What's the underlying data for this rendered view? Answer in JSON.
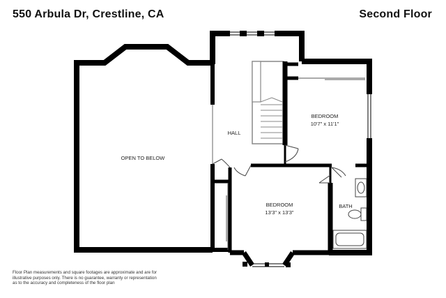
{
  "header": {
    "address": "550 Arbula Dr, Crestline, CA",
    "floor_name": "Second Floor"
  },
  "rooms": {
    "open_to_below": {
      "name": "OPEN TO BELOW"
    },
    "hall": {
      "name": "HALL"
    },
    "bedroom_1": {
      "name": "BEDROOM",
      "dimensions": "10'7\" x 11'1\""
    },
    "bedroom_2": {
      "name": "BEDROOM",
      "dimensions": "13'3\" x 13'3\""
    },
    "bath": {
      "name": "BATH"
    }
  },
  "disclaimer": {
    "line1": "Floor Plan measurements and square footages are approximate and are for",
    "line2": "illustrative purposes only. There is no guarantee, warranty or representation",
    "line3": "as to the accuracy and completeness of the floor plan"
  },
  "colors": {
    "wall": "#000000",
    "background": "#ffffff",
    "text": "#111111"
  }
}
